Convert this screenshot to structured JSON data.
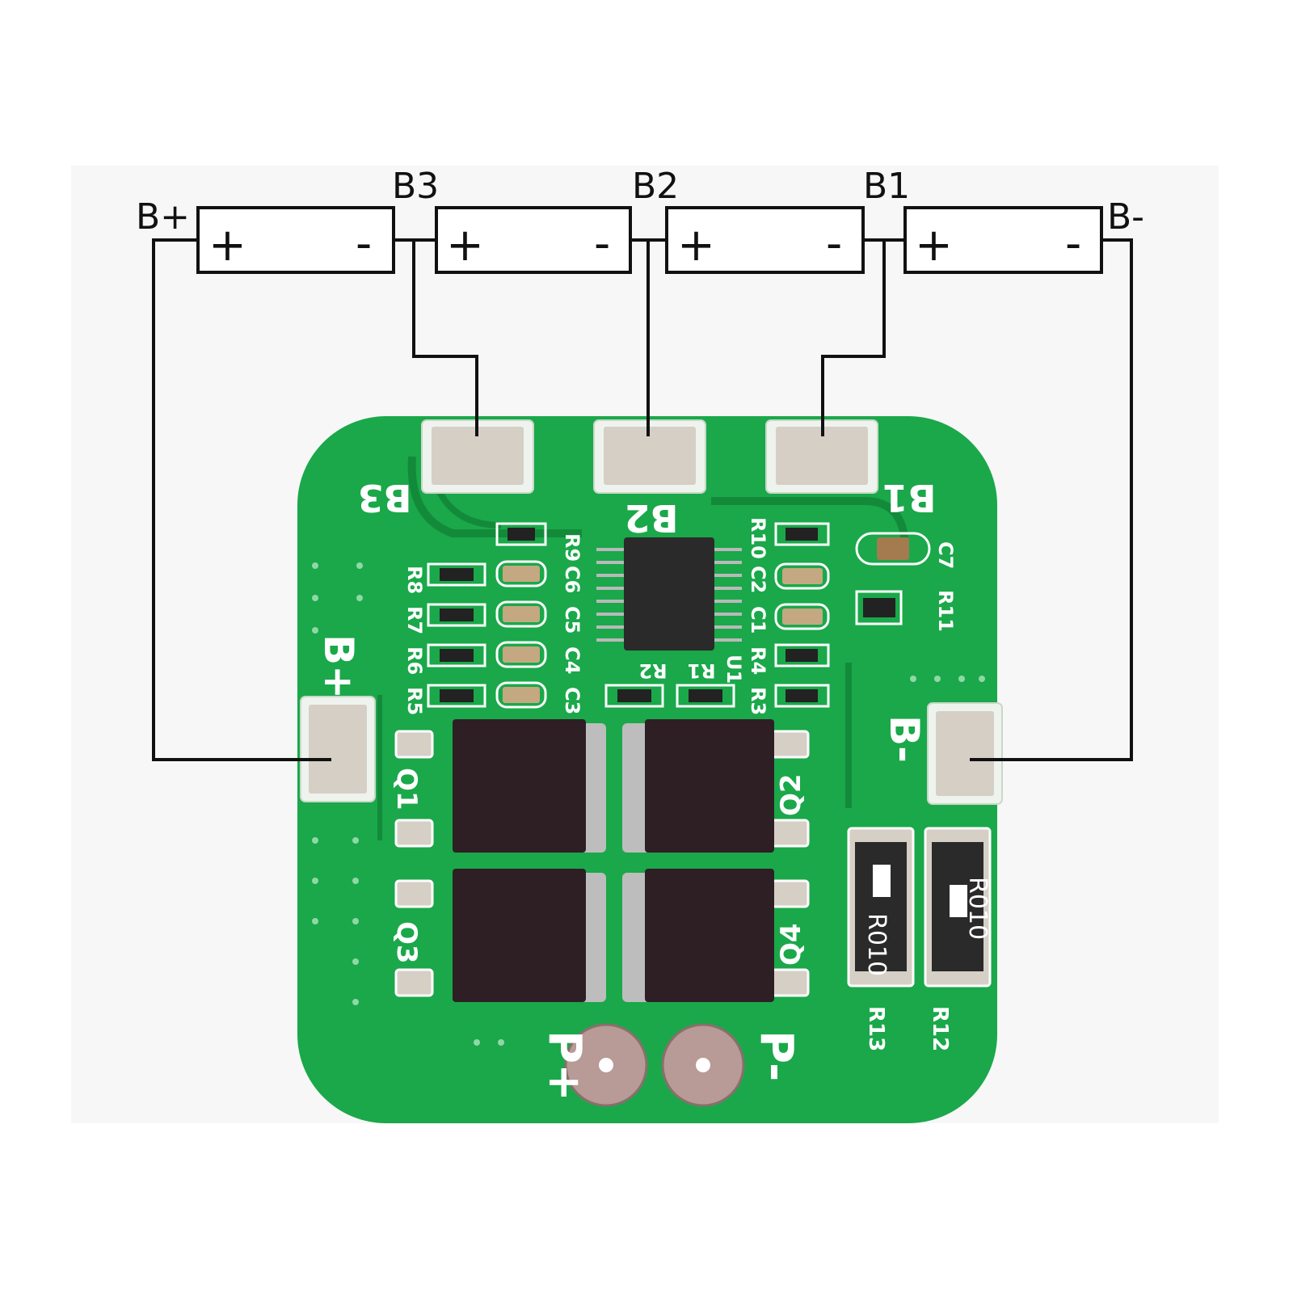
{
  "diagram": {
    "cell_labels": {
      "plus": "+",
      "minus": "-"
    },
    "node_labels": {
      "b_plus": "B+",
      "b3": "B3",
      "b2": "B2",
      "b1": "B1",
      "b_minus": "B-"
    }
  },
  "board": {
    "pad_labels": {
      "b3": "B3",
      "b2": "B2",
      "b1": "B1",
      "b_plus": "B+",
      "b_minus": "B-",
      "p_plus": "P+",
      "p_minus": "P-"
    },
    "components": {
      "r9": "R9",
      "c6": "C6",
      "c5": "C5",
      "c4": "C4",
      "c3": "C3",
      "r8": "R8",
      "r7": "R7",
      "r6": "R6",
      "r5": "R5",
      "r10": "R10",
      "c2": "C2",
      "c1": "C1",
      "r4": "R4",
      "r3": "R3",
      "c7": "C7",
      "r11": "R11",
      "r2": "R2",
      "r1": "R1",
      "u1": "U1",
      "q1": "Q1",
      "q2": "Q2",
      "q3": "Q3",
      "q4": "Q4",
      "r13": "R13",
      "r12": "R12"
    },
    "shunt_marking": "R010"
  },
  "colors": {
    "pcb": "#1aa84a",
    "pcb_dark": "#138a3a",
    "pad": "#d6cfc6",
    "mosfet": "#2e1f24",
    "wire": "#111111"
  }
}
